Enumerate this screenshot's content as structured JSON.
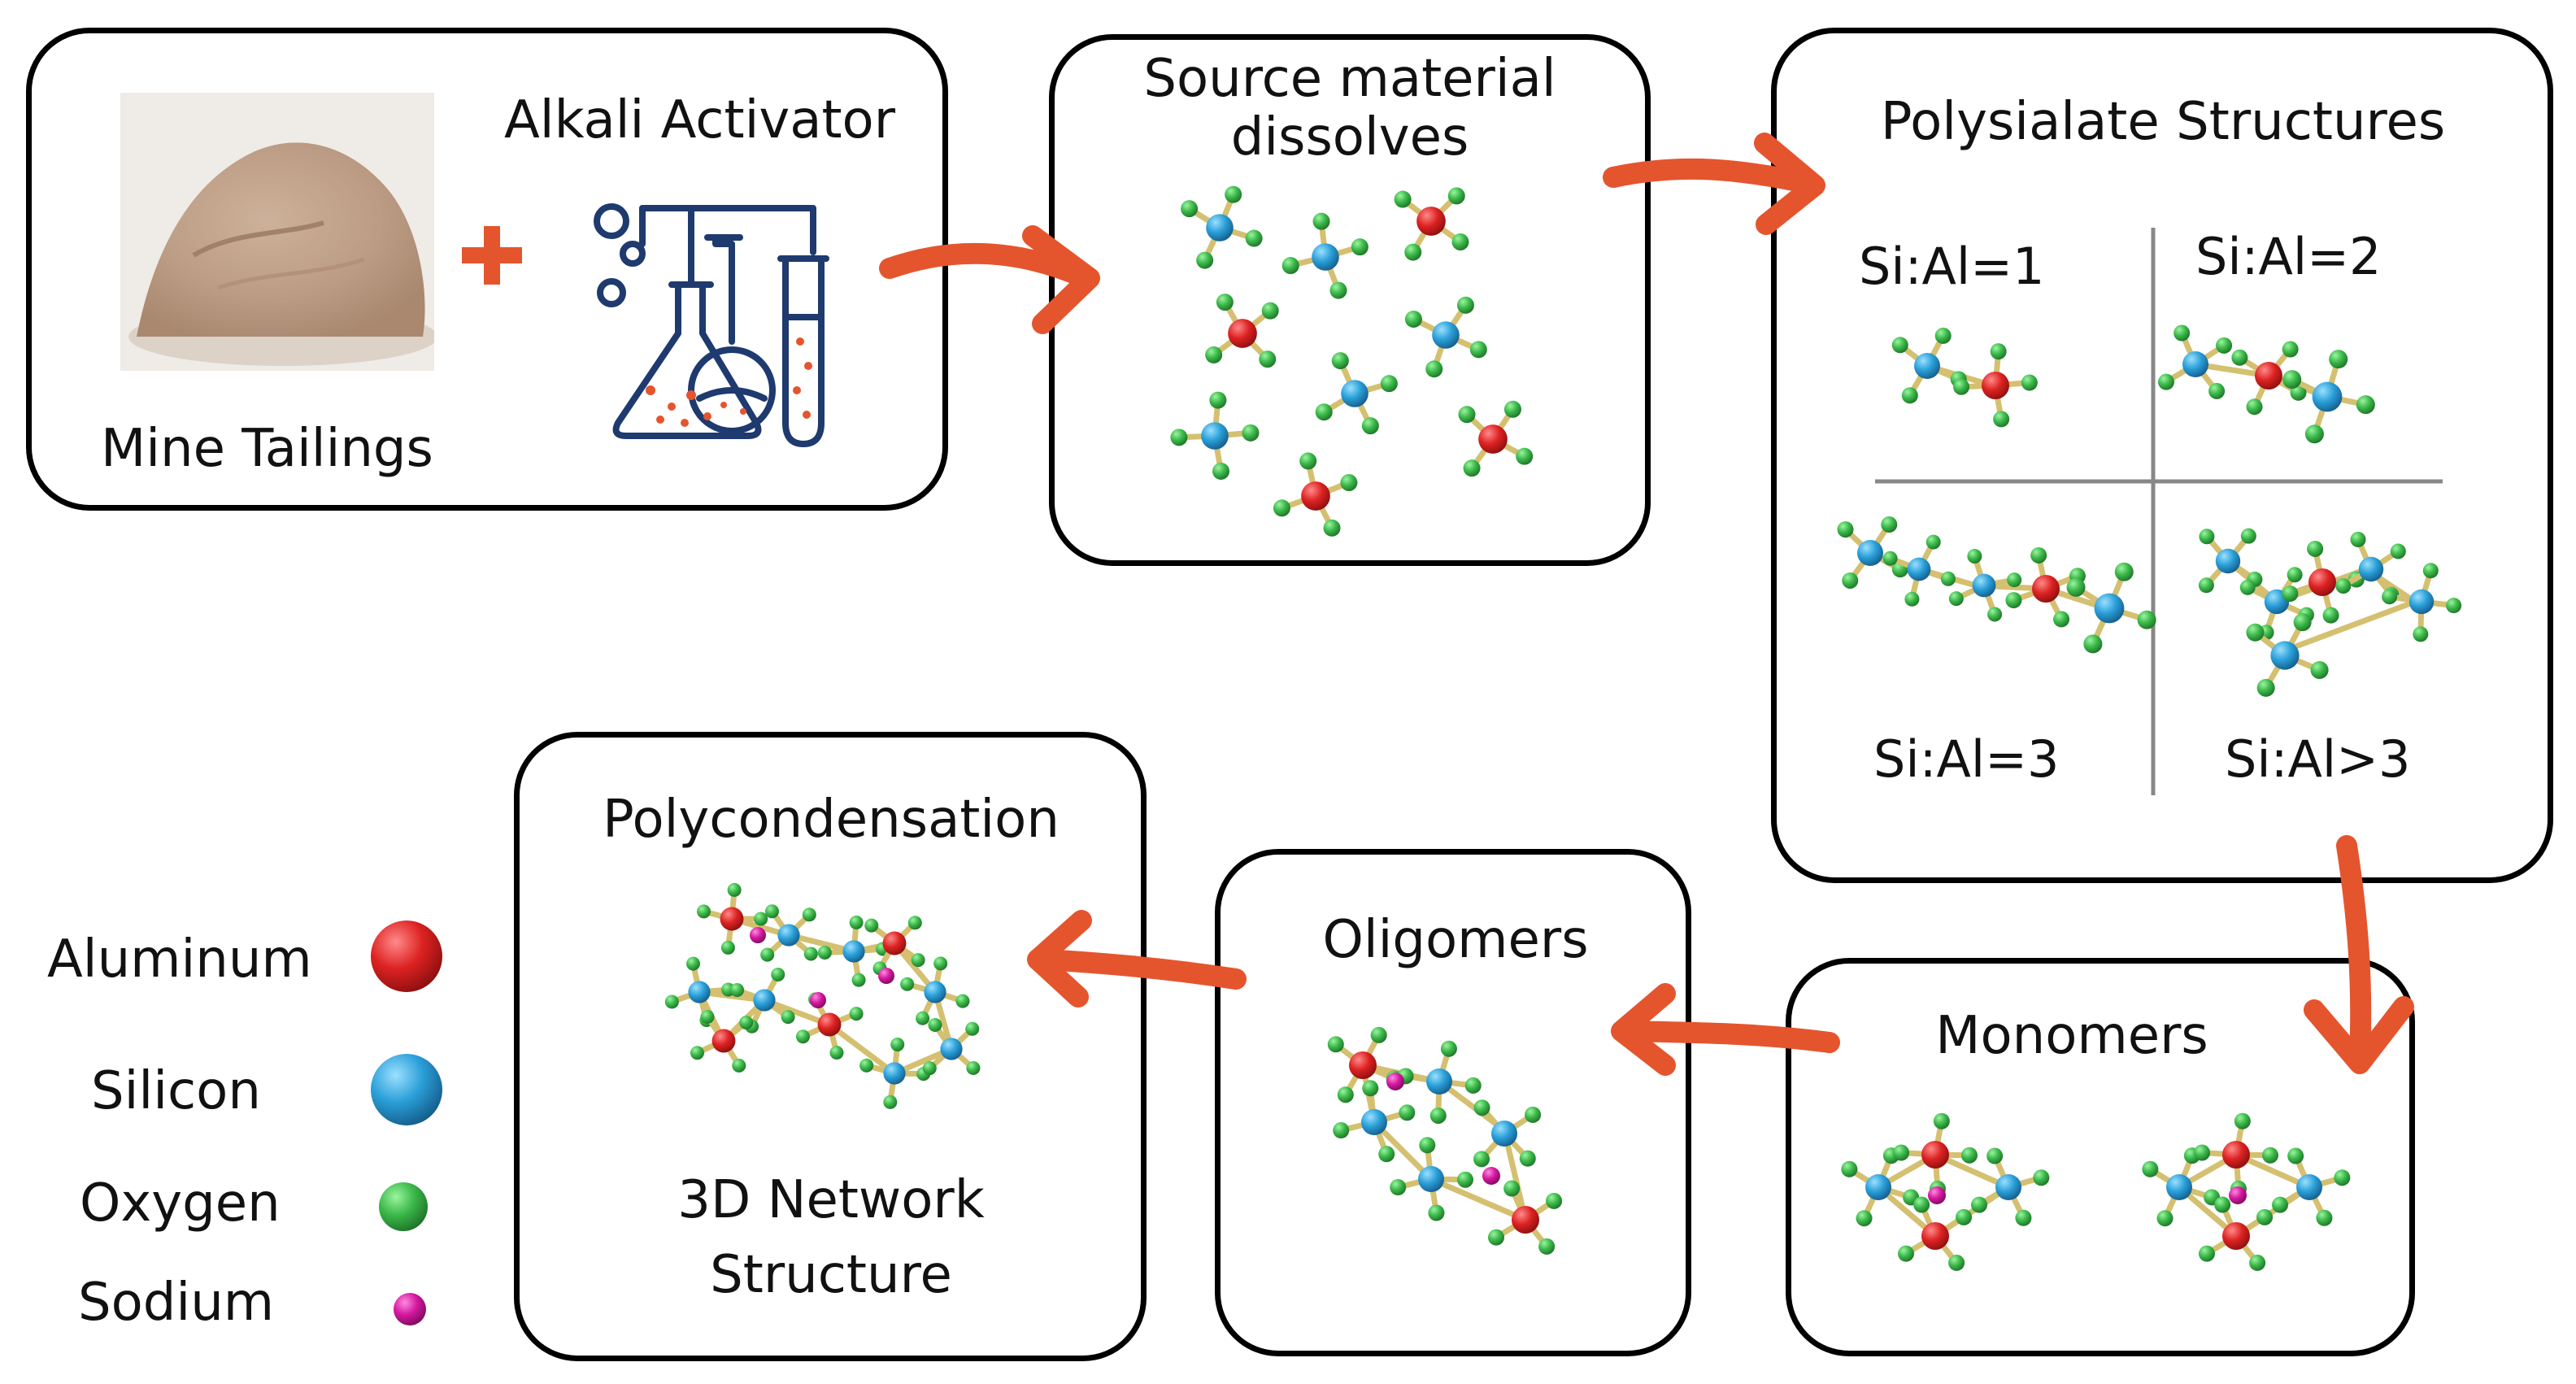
{
  "boxes": {
    "mine": {
      "title": "Alkali Activator",
      "caption": "Mine Tailings"
    },
    "source": {
      "title": "Source material dissolves"
    },
    "poly": {
      "title": "Polysialate Structures",
      "q1": "Si:Al=1",
      "q2": "Si:Al=2",
      "q3": "Si:Al=3",
      "q4": "Si:Al>3"
    },
    "monomers": {
      "title": "Monomers"
    },
    "oligomers": {
      "title": "Oligomers"
    },
    "polycond": {
      "title": "Polycondensation",
      "caption_1": "3D Network",
      "caption_2": "Structure"
    }
  },
  "legend": [
    {
      "label": "Aluminum",
      "color": "#d42a2a"
    },
    {
      "label": "Silicon",
      "color": "#2a9fd8"
    },
    {
      "label": "Oxygen",
      "color": "#3cb84a"
    },
    {
      "label": "Sodium",
      "color": "#d4189e"
    }
  ],
  "colors": {
    "arrow": "#e4552e",
    "bond": "#d4c070",
    "flask_line": "#1e3a6e",
    "flask_dot": "#e4552e",
    "plus": "#e4552e"
  },
  "icons": [
    "plus-icon",
    "lab-flask-icon",
    "mine-tailings-photo"
  ]
}
